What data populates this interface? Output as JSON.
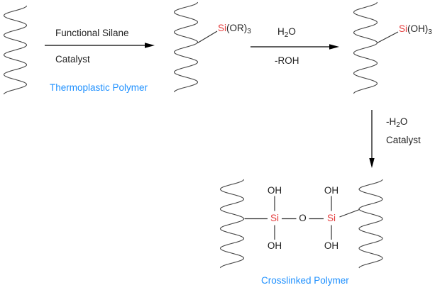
{
  "colors": {
    "polymer_label_blue": "#1e90ff",
    "silicon_red": "#e43b3b",
    "line_color": "#333333",
    "background": "#ffffff"
  },
  "labels": {
    "reactant": "Thermoplastic Polymer",
    "product": "Crosslinked Polymer"
  },
  "step1": {
    "above_arrow": "Functional Silane",
    "below_arrow": "Catalyst"
  },
  "pendant_silane": {
    "si": "Si",
    "group": "(OR)",
    "subscript": "3"
  },
  "step2": {
    "above_pre": "H",
    "above_sub": "2",
    "above_post": "O",
    "below": "-ROH"
  },
  "silanol": {
    "si": "Si",
    "group": "(OH)",
    "subscript": "3"
  },
  "step3": {
    "above_pre": "-H",
    "above_sub": "2",
    "above_post": "O",
    "below": "Catalyst"
  },
  "crosslink": {
    "oh": "OH",
    "si": "Si",
    "o": "O"
  }
}
